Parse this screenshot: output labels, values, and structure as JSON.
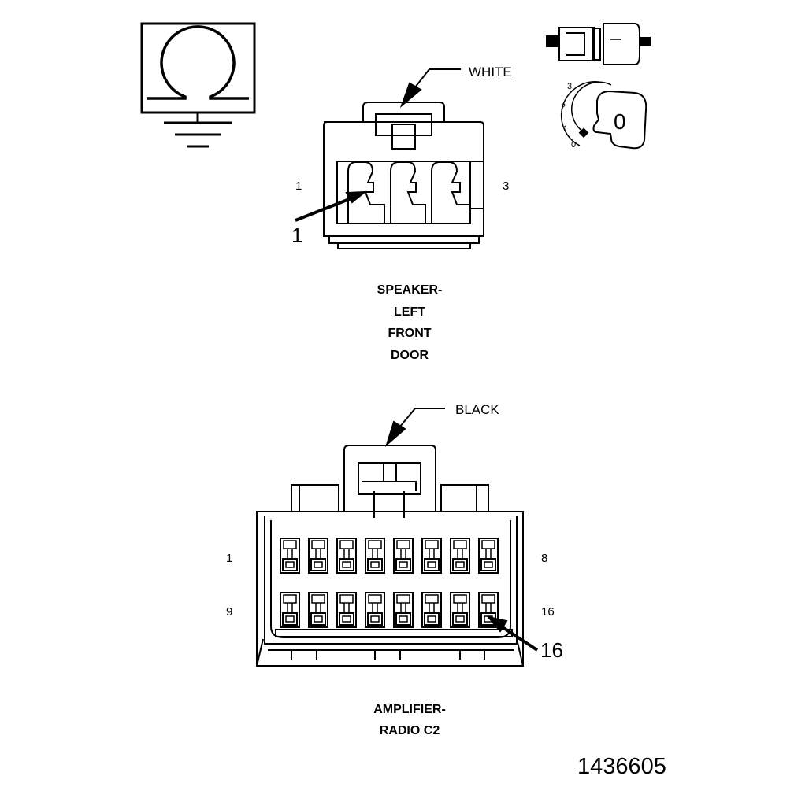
{
  "symbols": {
    "ohmmeter": {
      "glyph": "Ω",
      "icon": "ohmmeter-ground-icon"
    },
    "ignition_switch": {
      "positions": [
        "3",
        "2",
        "1",
        "0"
      ],
      "key_position": "0",
      "icons": [
        "connector-disconnect-icon",
        "ignition-switch-icon"
      ]
    }
  },
  "connector_1": {
    "color": "WHITE",
    "pin_left": "1",
    "pin_right": "3",
    "callout": "1",
    "title_lines": [
      "SPEAKER-",
      "LEFT",
      "FRONT",
      "DOOR"
    ]
  },
  "connector_2": {
    "color": "BLACK",
    "row1_left": "1",
    "row1_right": "8",
    "row2_left": "9",
    "row2_right": "16",
    "callout": "16",
    "title_lines": [
      "AMPLIFIER-",
      "RADIO C2"
    ]
  },
  "figure_number": "1436605"
}
